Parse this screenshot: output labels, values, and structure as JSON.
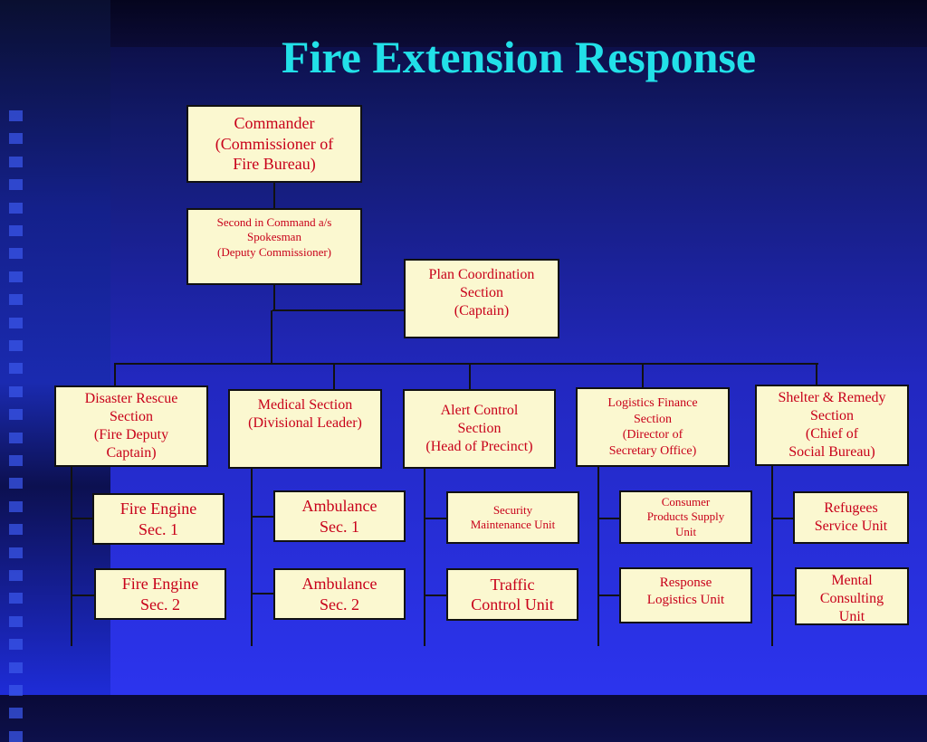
{
  "title": "Fire Extension Response",
  "colors": {
    "title": "#22e0e8",
    "box_fill": "#fbf8d0",
    "box_text": "#c8001a",
    "line": "#111111"
  },
  "commander": [
    "Commander",
    "(Commissioner of",
    "Fire Bureau)"
  ],
  "second": [
    "Second in Command a/s",
    "Spokesman",
    "(Deputy Commissioner)"
  ],
  "plan": [
    "Plan Coordination",
    "Section",
    "(Captain)"
  ],
  "sections": [
    {
      "label": [
        "Disaster Rescue",
        "Section",
        "(Fire Deputy",
        "Captain)"
      ],
      "units": [
        [
          "Fire Engine",
          "Sec. 1"
        ],
        [
          "Fire Engine",
          "Sec. 2"
        ]
      ]
    },
    {
      "label": [
        "Medical Section",
        "(Divisional Leader)"
      ],
      "units": [
        [
          "Ambulance",
          "Sec. 1"
        ],
        [
          "Ambulance",
          "Sec. 2"
        ]
      ]
    },
    {
      "label": [
        "Alert Control",
        "Section",
        "(Head of Precinct)"
      ],
      "units": [
        [
          "Security",
          "Maintenance Unit"
        ],
        [
          "Traffic",
          "Control Unit"
        ]
      ]
    },
    {
      "label": [
        "Logistics Finance",
        "Section",
        "(Director of",
        "Secretary Office)"
      ],
      "units": [
        [
          "Consumer",
          "Products Supply",
          "Unit"
        ],
        [
          "Response",
          "Logistics Unit"
        ]
      ]
    },
    {
      "label": [
        "Shelter & Remedy",
        "Section",
        "(Chief of",
        "Social Bureau)"
      ],
      "units": [
        [
          "Refugees",
          "Service Unit"
        ],
        [
          "Mental",
          "Consulting",
          "Unit"
        ]
      ]
    }
  ]
}
